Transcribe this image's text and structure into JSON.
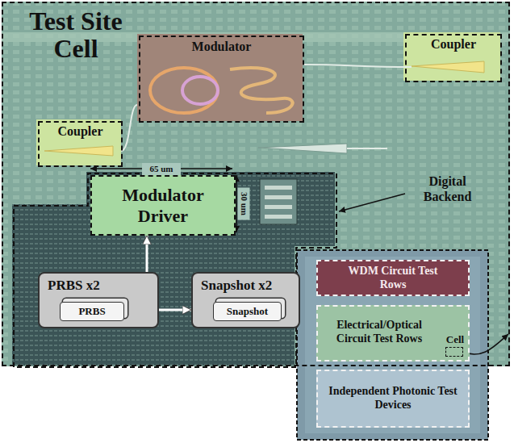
{
  "diagram": {
    "nodes": [
      {
        "text": [
          "Test Site Cell"
        ]
      },
      {
        "text": [
          "Modulator"
        ],
        "in": 0
      },
      {
        "text": [
          "Coupler"
        ],
        "in": 0
      },
      {
        "text": [
          "Coupler"
        ],
        "in": 0
      },
      {
        "text": [
          "Modulator Driver"
        ],
        "in": 0
      },
      {
        "text": [
          "Digital Backend"
        ],
        "in": 0
      },
      {
        "text": [
          "PRBS x2"
        ],
        "in": 5
      },
      {
        "text": [
          "PRBS"
        ],
        "in": 6
      },
      {
        "text": [
          "Snapshot x2"
        ],
        "in": 5
      },
      {
        "text": [
          "Snapshot"
        ],
        "in": 8
      },
      {
        "text": [
          "WDM Circuit Test Rows"
        ]
      },
      {
        "text": [
          "Electrical/Optical Circuit Test Rows"
        ]
      },
      {
        "text": [
          "Cell"
        ],
        "in": 11
      },
      {
        "text": [
          "Independent Photonic Test Devices"
        ]
      }
    ],
    "edges": [
      {
        "from": 6,
        "to": 4,
        "arrow": "to"
      },
      {
        "from": 6,
        "to": 8,
        "arrow": "to"
      }
    ],
    "labels": [
      "65 um",
      "30 um"
    ]
  }
}
